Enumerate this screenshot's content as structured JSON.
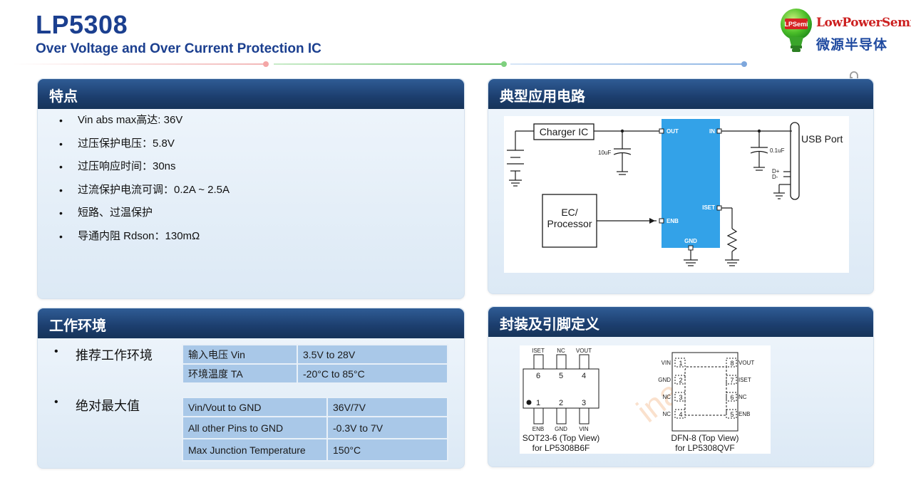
{
  "header": {
    "title": "LP5308",
    "subtitle": "Over Voltage and Over Current Protection IC"
  },
  "logo": {
    "badge": "LPSemi",
    "name_en": "LowPowerSemi",
    "name_cn": "微源半导体"
  },
  "features": {
    "heading": "特点",
    "items": [
      "Vin abs max高达: 36V",
      "过压保护电压：5.8V",
      "过压响应时间：30ns",
      "过流保护电流可调：0.2A ~ 2.5A",
      "短路、过温保护",
      "导通内阻 Rdson：130mΩ"
    ]
  },
  "circuit": {
    "heading": "典型应用电路",
    "charger": "Charger IC",
    "ec_line1": "EC/",
    "ec_line2": "Processor",
    "usb": "USB Port",
    "cap1": "10uF",
    "cap2": "0.1uF",
    "pin_out": "OUT",
    "pin_in": "IN",
    "pin_iset": "ISET",
    "pin_enb": "ENB",
    "pin_gnd": "GND",
    "dplus": "D+",
    "dminus": "D-"
  },
  "environment": {
    "heading": "工作环境",
    "recommended_label": "推荐工作环境",
    "recommended_rows": [
      [
        "输入电压 Vin",
        "3.5V to 28V"
      ],
      [
        "环境温度 TA",
        "-20°C to 85°C"
      ]
    ],
    "absolute_label": "绝对最大值",
    "absolute_rows": [
      [
        "Vin/Vout to GND",
        "36V/7V"
      ],
      [
        "All other Pins to GND",
        "-0.3V to 7V"
      ],
      [
        "Max Junction Temperature",
        "150°C"
      ]
    ]
  },
  "package": {
    "heading": "封装及引脚定义",
    "sot_top": [
      "ISET",
      "NC",
      "VOUT"
    ],
    "sot_top_nums": [
      "6",
      "5",
      "4"
    ],
    "sot_bot_nums": [
      "1",
      "2",
      "3"
    ],
    "sot_bot": [
      "ENB",
      "GND",
      "VIN"
    ],
    "sot_caption1": "SOT23-6 (Top View)",
    "sot_caption2": "for LP5308B6F",
    "dfn_left": [
      "VIN",
      "GND",
      "NC",
      "NC"
    ],
    "dfn_left_nums": [
      "1",
      "2",
      "3",
      "4"
    ],
    "dfn_right_nums": [
      "8",
      "7",
      "6",
      "5"
    ],
    "dfn_right": [
      "VOUT",
      "ISET",
      "NC",
      "ENB"
    ],
    "dfn_caption1": "DFN-8 (Top View)",
    "dfn_caption2": "for LP5308QVF"
  }
}
